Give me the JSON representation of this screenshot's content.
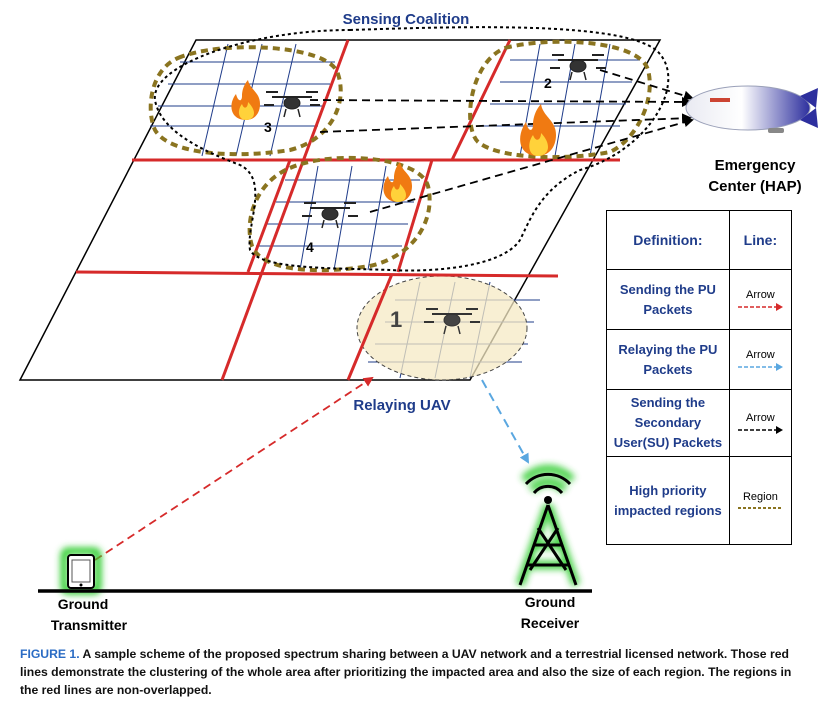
{
  "labels": {
    "sensing_coalition": "Sensing Coalition",
    "emergency_center_line1": "Emergency",
    "emergency_center_line2": "Center (HAP)",
    "relaying_uav": "Relaying UAV",
    "ground_transmitter_line1": "Ground",
    "ground_transmitter_line2": "Transmitter",
    "ground_receiver_line1": "Ground",
    "ground_receiver_line2": "Receiver",
    "uav_1": "1",
    "uav_2": "2",
    "uav_3": "3",
    "uav_4": "4"
  },
  "legend": {
    "header_definition": "Definition:",
    "header_line": "Line:",
    "rows": [
      {
        "definition": "Sending the PU Packets",
        "line_label": "Arrow",
        "color": "#d62a2a"
      },
      {
        "definition": "Relaying the PU Packets",
        "line_label": "Arrow",
        "color": "#5aa7e0"
      },
      {
        "definition": "Sending the Secondary User(SU) Packets",
        "line_label": "Arrow",
        "color": "#000000"
      },
      {
        "definition": "High priority impacted regions",
        "line_label": "Region",
        "color": "#8a7420"
      }
    ]
  },
  "caption": {
    "figure_label": "FIGURE 1.",
    "text": "A sample scheme of the proposed spectrum sharing between a UAV network and a terrestrial licensed network. Those red lines demonstrate the clustering of the whole area after prioritizing the impacted area and also the size of each region. The regions in the red lines are non-overlapped."
  },
  "colors": {
    "region_border": "#d62a2a",
    "grid": "#1f3c8a",
    "impacted_region": "#8a7420",
    "pu_arrow": "#d62a2a",
    "relay_arrow": "#5aa7e0",
    "su_arrow": "#000000",
    "label_blue": "#1f3c8a",
    "tower_glow": "#2ecc2e"
  }
}
